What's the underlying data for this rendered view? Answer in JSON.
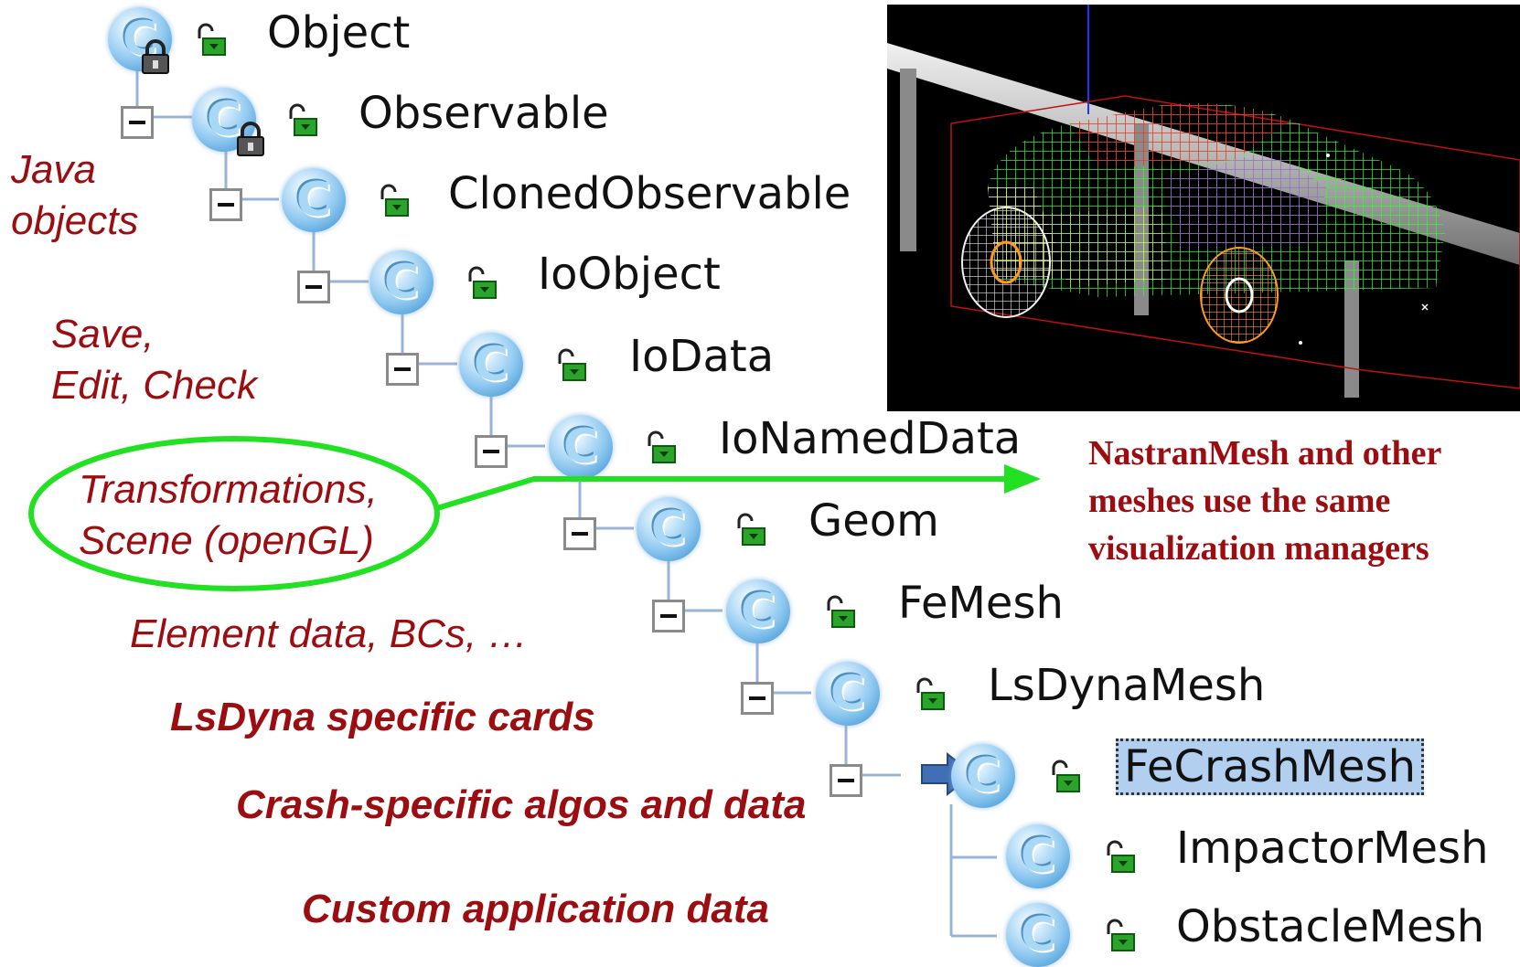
{
  "tree": {
    "nodes": [
      {
        "label": "Object",
        "locked": true
      },
      {
        "label": "Observable",
        "locked": true
      },
      {
        "label": "ClonedObservable",
        "locked": false
      },
      {
        "label": "IoObject",
        "locked": false
      },
      {
        "label": "IoData",
        "locked": false
      },
      {
        "label": "IoNamedData",
        "locked": false
      },
      {
        "label": "Geom",
        "locked": false
      },
      {
        "label": "FeMesh",
        "locked": false
      },
      {
        "label": "LsDynaMesh",
        "locked": false
      },
      {
        "label": "FeCrashMesh",
        "locked": false,
        "selected": true
      },
      {
        "label": "ImpactorMesh",
        "locked": false
      },
      {
        "label": "ObstacleMesh",
        "locked": false
      }
    ],
    "class_icon_letter": "C"
  },
  "notes": {
    "java_objects": [
      "Java",
      "objects"
    ],
    "save_edit_check": [
      "Save,",
      "Edit, Check"
    ],
    "transformations": [
      "Transformations,",
      "Scene (openGL)"
    ],
    "element_data": "Element data, BCs, …",
    "lsdyna_cards": "LsDyna specific cards",
    "crash_algos": "Crash-specific algos and data",
    "custom_data": "Custom application data"
  },
  "callout": {
    "lines": [
      "NastranMesh and other",
      "meshes use the same",
      "visualization managers"
    ]
  },
  "colors": {
    "note_text": "#9b0d10",
    "highlight_ellipse": "#22e022",
    "selection_bg": "#b3cff0",
    "tree_lines": "#9ab3d6"
  },
  "render": {
    "subject": "car-wireframe-mesh"
  }
}
